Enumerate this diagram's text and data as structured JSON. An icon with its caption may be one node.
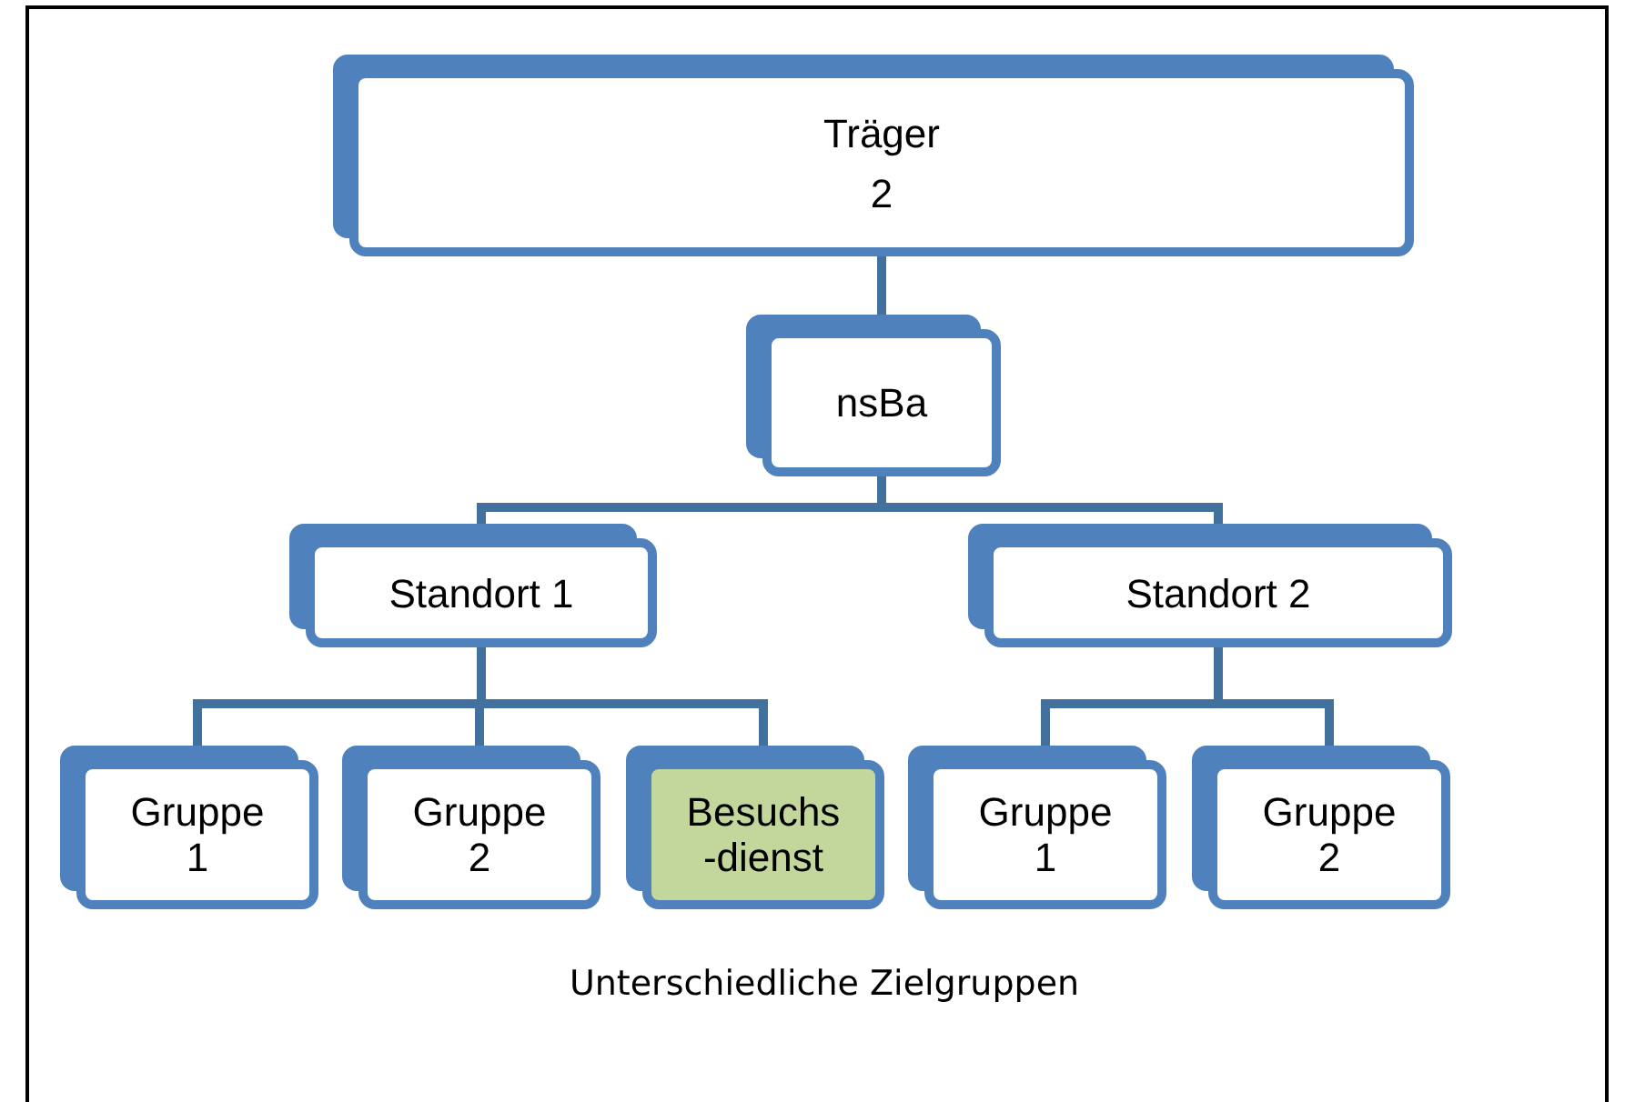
{
  "diagram": {
    "nodes": [
      {
        "text": [
          "Träger",
          "2"
        ]
      },
      {
        "text": [
          "nsBa"
        ]
      },
      {
        "text": [
          "Standort 1"
        ]
      },
      {
        "text": [
          "Standort 2"
        ]
      },
      {
        "text": [
          "Gruppe 1"
        ]
      },
      {
        "text": [
          "Gruppe 2"
        ]
      },
      {
        "text": [
          "Besuchs -dienst"
        ]
      },
      {
        "text": [
          "Gruppe 1"
        ]
      },
      {
        "text": [
          "Gruppe 2"
        ]
      }
    ],
    "edges": [
      {
        "from": 0,
        "to": 1,
        "arrow": "none"
      },
      {
        "from": 1,
        "to": 2,
        "arrow": "none"
      },
      {
        "from": 1,
        "to": 3,
        "arrow": "none"
      },
      {
        "from": 2,
        "to": 4,
        "arrow": "none"
      },
      {
        "from": 2,
        "to": 5,
        "arrow": "none"
      },
      {
        "from": 2,
        "to": 6,
        "arrow": "none"
      },
      {
        "from": 3,
        "to": 7,
        "arrow": "none"
      },
      {
        "from": 3,
        "to": 8,
        "arrow": "none"
      }
    ],
    "labels": [
      "Unterschiedliche Zielgruppen"
    ]
  }
}
